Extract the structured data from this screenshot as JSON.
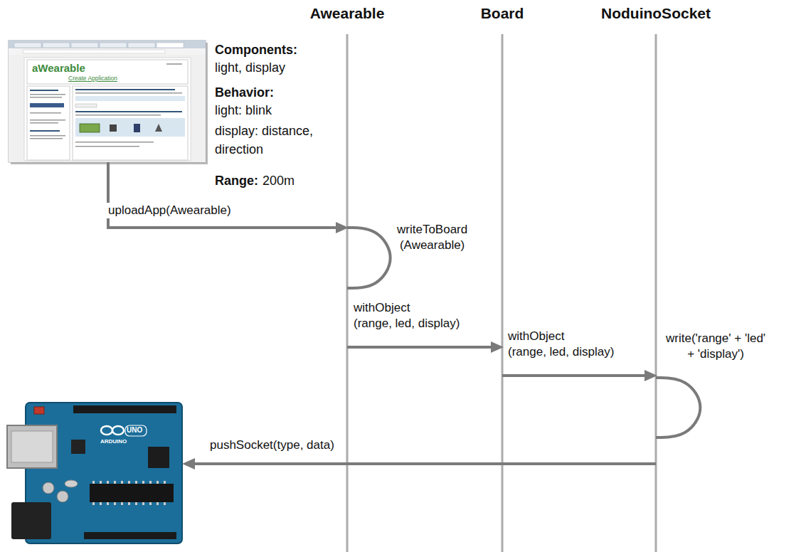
{
  "diagram": {
    "nodes": [
      {
        "text": [
          "aWearable",
          "Create Application"
        ]
      },
      {
        "text": [
          "Awearable"
        ]
      },
      {
        "text": [
          "Board"
        ]
      },
      {
        "text": [
          "NoduinoSocket"
        ]
      },
      {
        "text": [
          "UNO",
          "ARDUINO"
        ]
      }
    ],
    "edges": [
      {
        "from": 0,
        "to": 1,
        "label": "uploadApp(Awearable)",
        "arrow": "to"
      },
      {
        "from": 1,
        "to": 1,
        "label": "writeToBoard (Awearable)",
        "arrow": "none"
      },
      {
        "from": 1,
        "to": 2,
        "label": "withObject (range, led, display)",
        "arrow": "to"
      },
      {
        "from": 2,
        "to": 3,
        "label": "withObject (range, led, display)",
        "arrow": "to"
      },
      {
        "from": 3,
        "to": 3,
        "label": "write('range' + 'led' + 'display')",
        "arrow": "none"
      },
      {
        "from": 3,
        "to": 4,
        "label": "pushSocket(type, data)",
        "arrow": "to"
      }
    ],
    "labels": [
      "Components:",
      "light, display",
      "Behavior:",
      "light: blink",
      "display: distance, direction",
      "Range:",
      "200m"
    ]
  }
}
